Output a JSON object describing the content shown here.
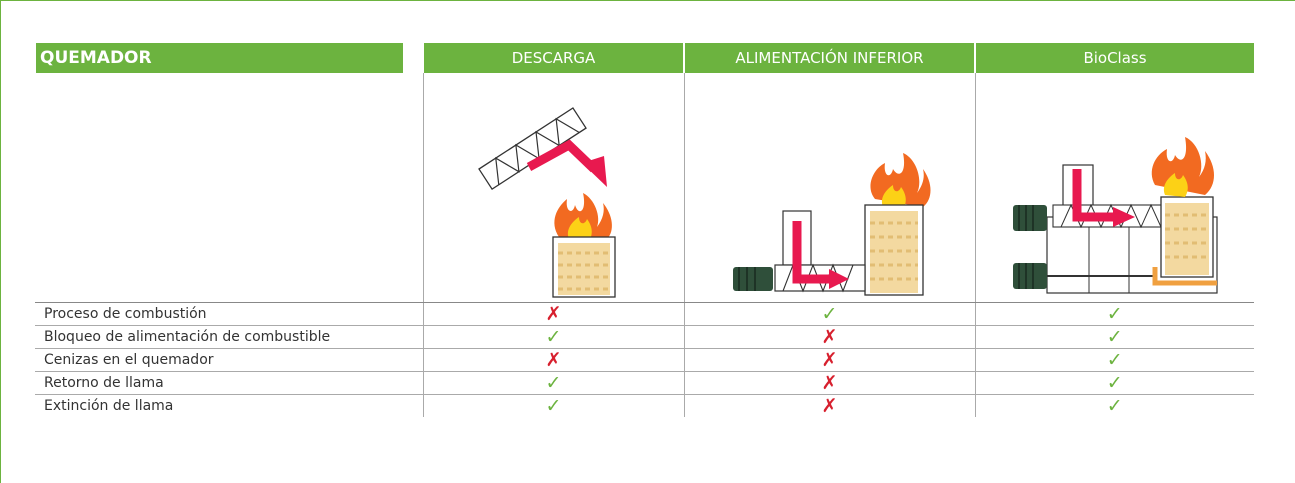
{
  "table": {
    "corner_label": "QUEMADOR",
    "columns": [
      "DESCARGA",
      "ALIMENTACIÓN INFERIOR",
      "BioClass"
    ],
    "rows": [
      {
        "label": "Proceso de combustión",
        "values": [
          "no",
          "yes",
          "yes"
        ]
      },
      {
        "label": "Bloqueo de alimentación de combustible",
        "values": [
          "yes",
          "no",
          "yes"
        ]
      },
      {
        "label": "Cenizas en el quemador",
        "values": [
          "no",
          "no",
          "yes"
        ]
      },
      {
        "label": "Retorno de llama",
        "values": [
          "yes",
          "no",
          "yes"
        ]
      },
      {
        "label": "Extinción de llama",
        "values": [
          "yes",
          "no",
          "yes"
        ]
      }
    ],
    "marks": {
      "yes": "✓",
      "no": "✗"
    }
  },
  "illustrations": [
    "drop-feed-burner-diagram",
    "underfeed-burner-diagram",
    "bioclass-burner-diagram"
  ],
  "colors": {
    "accent_green": "#6cb33f",
    "check_green": "#6cb33f",
    "cross_red": "#d7202e",
    "arrow_pink": "#e8194f",
    "flame_orange": "#f26a21",
    "flame_yellow": "#fcd116",
    "pellet": "#f3d9a0",
    "motor_green": "#2f4f3a"
  }
}
